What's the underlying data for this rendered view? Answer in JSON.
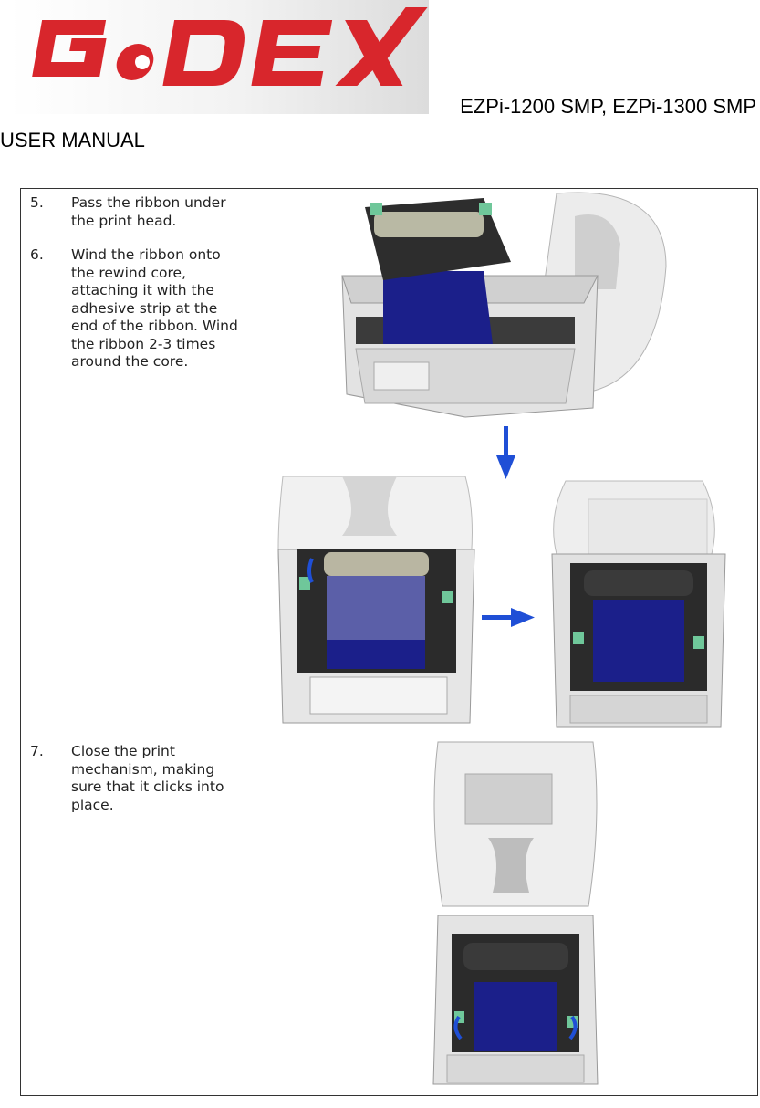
{
  "header": {
    "logo_text": "GoDEX",
    "model": "EZPi-1200 SMP, EZPi-1300 SMP",
    "doc_type": "USER MANUAL"
  },
  "colors": {
    "logo_red": "#d8262c",
    "ribbon_blue": "#1b1f8a",
    "arrow_blue": "#1f4fd6",
    "printer_grey": "#d9d9d9",
    "gear_green": "#6fc79a"
  },
  "steps": [
    {
      "num": "5.",
      "text": "Pass the ribbon under the print head."
    },
    {
      "num": "6.",
      "text": "Wind the ribbon onto the rewind core, attaching it with the adhesive strip at the end of the ribbon. Wind the ribbon 2-3 times around the core."
    },
    {
      "num": "7.",
      "text": "Close the print mechanism, making sure that it clicks into place."
    }
  ]
}
